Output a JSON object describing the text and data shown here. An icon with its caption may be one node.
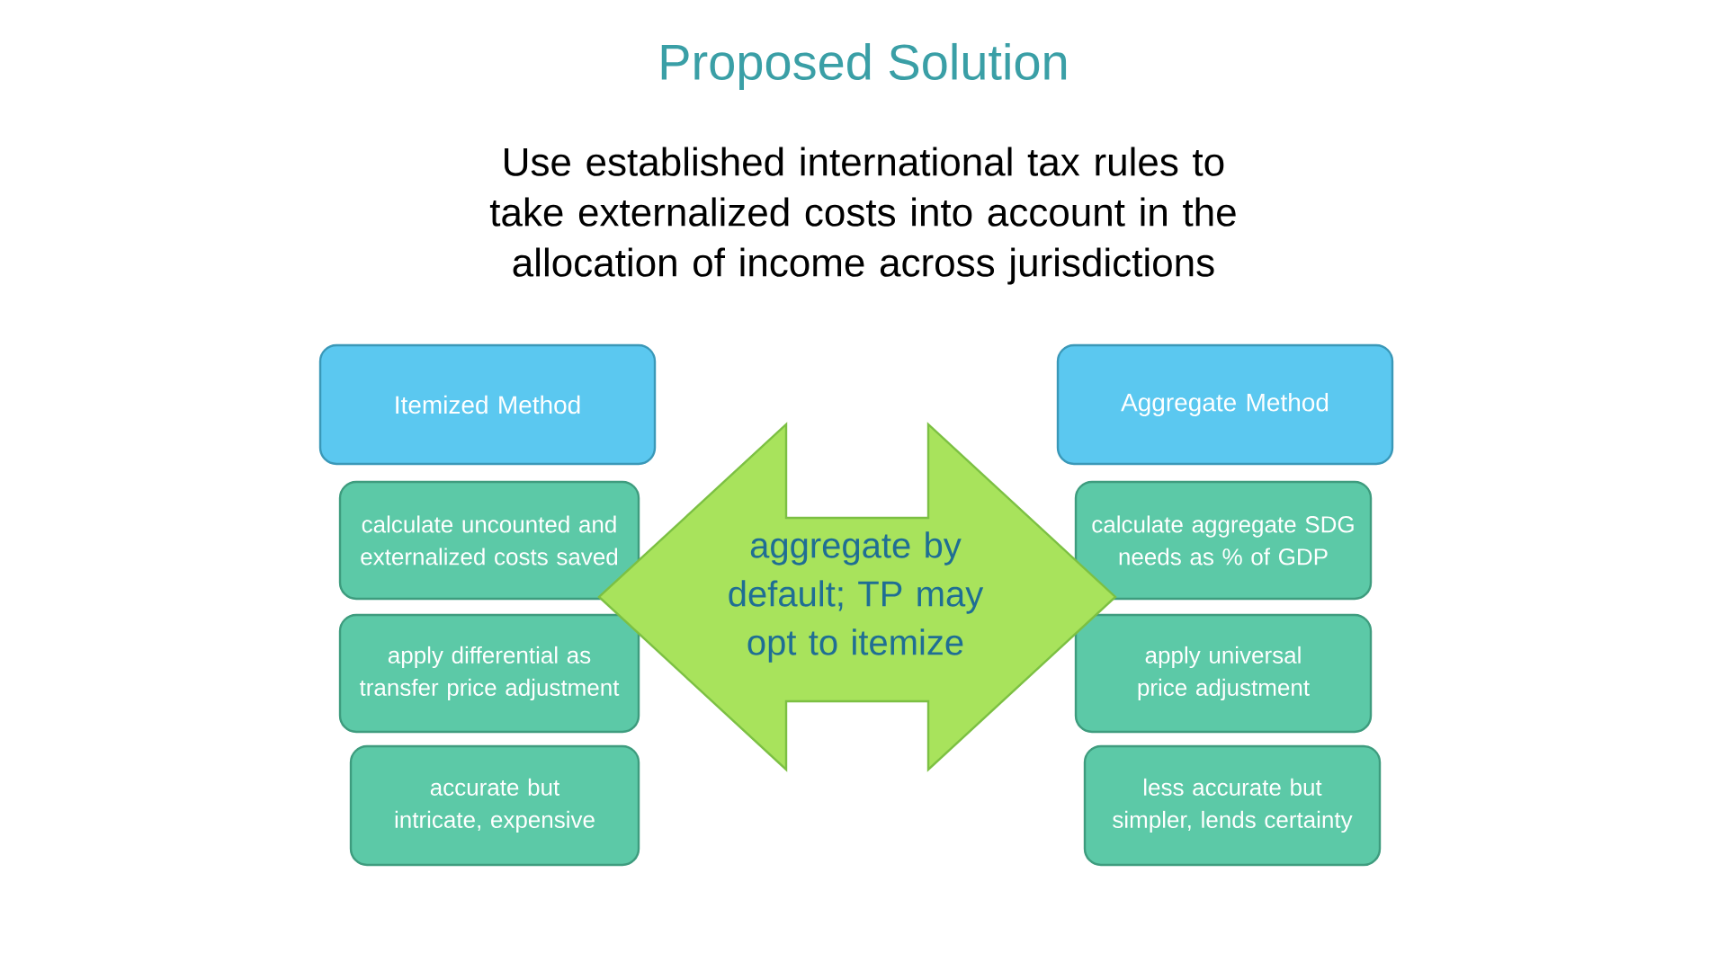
{
  "diagram": {
    "title": "Proposed Solution",
    "nodes": [
      {
        "text": [
          "Itemized Method"
        ]
      },
      {
        "text": [
          "Aggregate Method"
        ]
      },
      {
        "text": [
          "calculate uncounted and externalized costs saved"
        ]
      },
      {
        "text": [
          "apply differential as transfer price adjustment"
        ]
      },
      {
        "text": [
          "accurate but intricate, expensive"
        ]
      },
      {
        "text": [
          "calculate aggregate SDG needs as % of GDP"
        ]
      },
      {
        "text": [
          "apply universal price adjustment"
        ]
      },
      {
        "text": [
          "less accurate but simpler, lends certainty"
        ]
      },
      {
        "text": [
          "aggregate by default; TP may opt to itemize"
        ]
      }
    ],
    "labels": [
      "Use established international tax rules to take externalized costs into account in the allocation of income across jurisdictions"
    ]
  }
}
